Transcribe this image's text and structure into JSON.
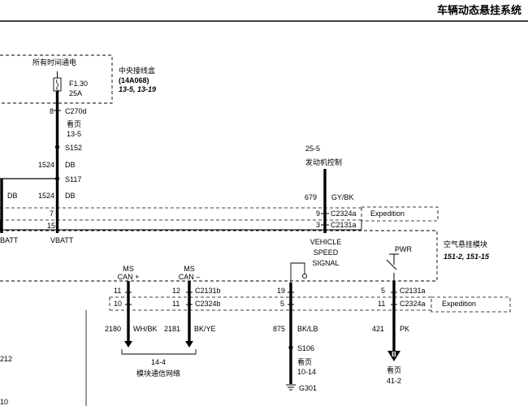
{
  "header": {
    "title": "车辆动态悬挂系统"
  },
  "fuse_box": {
    "always_hot": "所有时间通电",
    "name": "中央接线盒",
    "part_no": "(14A068)",
    "pages": "13-5, 13-19",
    "fuse": "F1.30",
    "amps": "25A"
  },
  "left_circuit": {
    "pin8": "8",
    "c270d": "C270d",
    "see_page_label": "看页",
    "see_page_ref": "13-5",
    "s152": "S152",
    "circ_1524a": "1524",
    "db_a": "DB",
    "s117": "S117",
    "db_left": "DB",
    "circ_1524b": "1524",
    "db_b": "DB",
    "pin7": "7",
    "pin15": "15",
    "batt_left": "BATT",
    "vbatt": "VBATT"
  },
  "engine_ctrl": {
    "page_ref": "25-5",
    "name": "发动机控制",
    "circuit": "679",
    "color": "GY/BK",
    "pin9": "9",
    "c2324a": "C2324a",
    "expedition": "Expedition",
    "pin3": "3",
    "c2131a": "C2131a",
    "signal": [
      "VEHICLE",
      "SPEED",
      "SIGNAL"
    ]
  },
  "module": {
    "name": "空气悬挂模块",
    "pages": "151-2, 151-15",
    "pwr": "PWR"
  },
  "can": {
    "plus_label": [
      "MS",
      "CAN +"
    ],
    "minus_label": [
      "MS",
      "CAN –"
    ],
    "pin11a": "11",
    "pin12": "12",
    "c2131b": "C2131b",
    "pin10": "10",
    "pin11b": "11",
    "c2324b": "C2324b",
    "circ_2180": "2180",
    "wh_bk": "WH/BK",
    "circ_2181": "2181",
    "bk_ye": "BK/YE",
    "page_ref": "14-4",
    "network": "模块通信网络"
  },
  "ground": {
    "pin19": "19",
    "pin5": "5",
    "circuit": "875",
    "color": "BK/LB",
    "s106": "S106",
    "see_label": "看页",
    "see_ref": "10-14",
    "g301": "G301"
  },
  "pwr_circuit": {
    "pin5": "5",
    "c2131a": "C2131a",
    "pin11": "11",
    "c2324a": "C2324a",
    "expedition": "Expedition",
    "circuit": "421",
    "color": "PK",
    "terminal": "B",
    "see_label": "看页",
    "see_ref": "41-2"
  },
  "edge": {
    "left_212": "212",
    "left_10": "10"
  },
  "colors": {
    "line": "#000000",
    "dash": "#666666"
  }
}
